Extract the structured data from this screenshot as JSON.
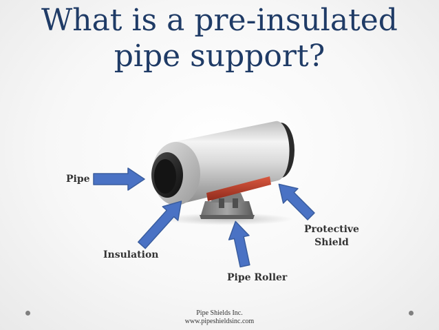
{
  "title": {
    "line1": "What is a pre-insulated",
    "line2": "pipe support?"
  },
  "labels": {
    "pipe": "Pipe",
    "insulation": "Insulation",
    "pipe_roller": "Pipe Roller",
    "protective_shield_line1": "Protective",
    "protective_shield_line2": "Shield"
  },
  "footer": {
    "company": "Pipe Shields Inc.",
    "website": "www.pipeshieldsinc.com"
  },
  "colors": {
    "title": "#1f3b66",
    "arrow": "#4a72c4",
    "arrow_outline": "#3a5d9e",
    "shield_red": "#c0392b"
  }
}
